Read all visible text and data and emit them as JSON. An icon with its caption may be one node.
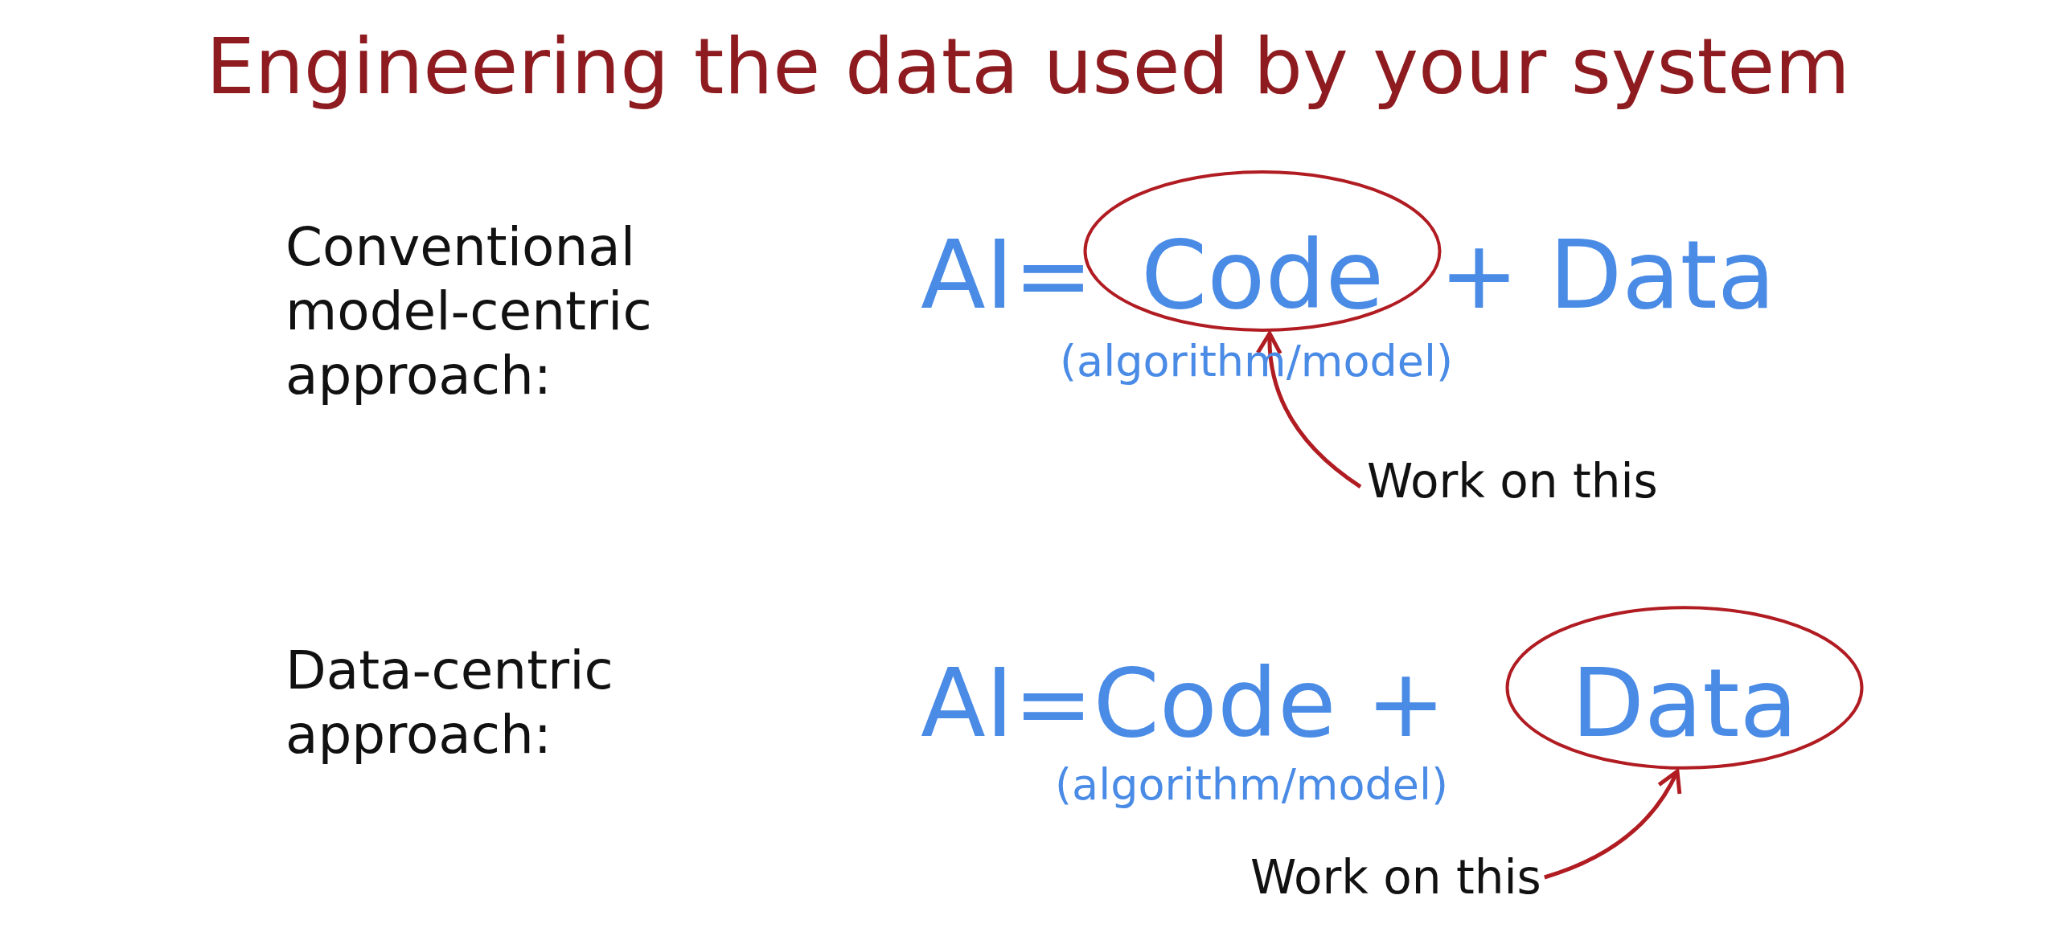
{
  "diagram": {
    "title": "Engineering the data used by your system",
    "nodes": [
      {
        "text": [
          "Code"
        ]
      },
      {
        "text": [
          "Work on this"
        ]
      },
      {
        "text": [
          "Data"
        ]
      },
      {
        "text": [
          "Work on this"
        ]
      }
    ],
    "edges": [
      {
        "from": 1,
        "to": 0,
        "arrow": "to"
      },
      {
        "from": 3,
        "to": 2,
        "arrow": "to"
      }
    ],
    "labels": [
      "Conventional model-centric approach:",
      "AI=",
      "+ Data",
      "(algorithm/model)",
      "Data-centric approach:",
      "AI=Code +",
      "(algorithm/model)"
    ]
  }
}
